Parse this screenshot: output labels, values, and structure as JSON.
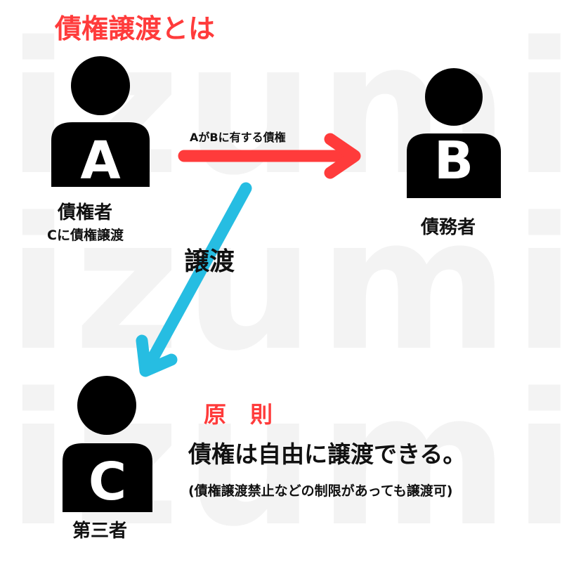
{
  "title": "債権譲渡とは",
  "watermark": "izumin",
  "nodes": {
    "a": {
      "letter": "A",
      "role": "債権者",
      "note": "Cに債権譲渡"
    },
    "b": {
      "letter": "B",
      "role": "債務者"
    },
    "c": {
      "letter": "C",
      "role": "第三者"
    }
  },
  "edges": {
    "a_to_b": {
      "label": "AがBに有する債権",
      "color": "#ff3b3b"
    },
    "a_to_c": {
      "label": "譲渡",
      "color": "#26bde2"
    }
  },
  "principle": {
    "heading": "原則",
    "statement": "債権は自由に譲渡できる。",
    "note": "(債権譲渡禁止などの制限があっても譲渡可)"
  },
  "colors": {
    "accent_red": "#ff3b3b",
    "accent_blue": "#26bde2",
    "figure": "#000000"
  }
}
